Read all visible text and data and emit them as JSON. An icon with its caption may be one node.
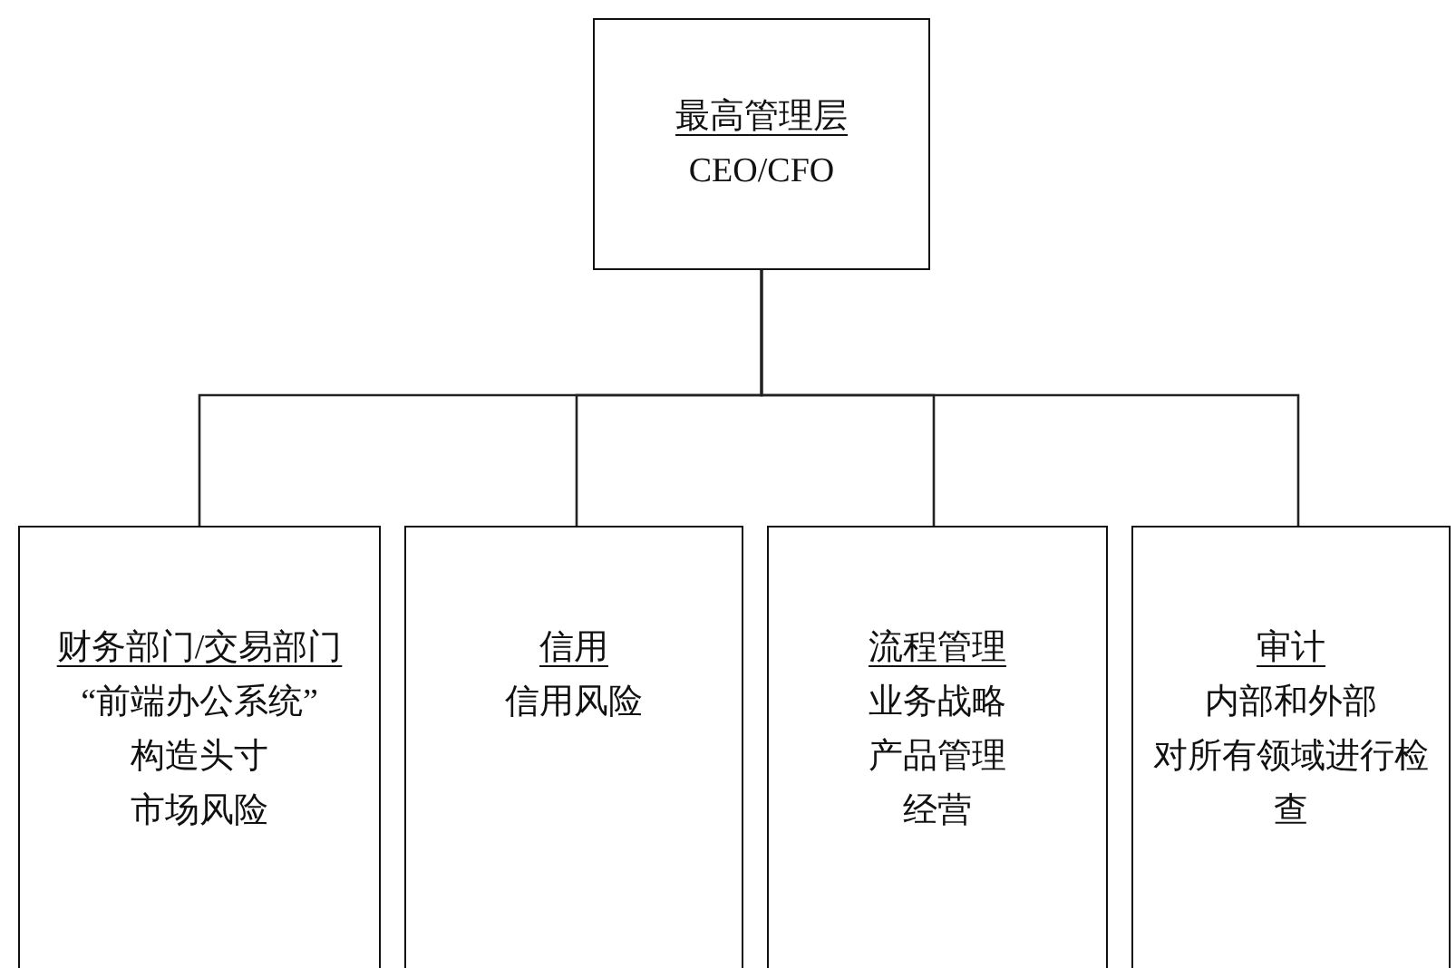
{
  "diagram": {
    "nodes": [
      {
        "text": [
          "最高管理层",
          "CEO/CFO"
        ]
      },
      {
        "text": [
          "财务部门/交易部门",
          "“前端办公系统”",
          "构造头寸",
          "市场风险"
        ]
      },
      {
        "text": [
          "信用",
          "信用风险"
        ]
      },
      {
        "text": [
          "流程管理",
          "业务战略",
          "产品管理",
          "经营"
        ]
      },
      {
        "text": [
          "审计",
          "内部和外部",
          "对所有领域进行检查"
        ]
      }
    ],
    "edges": [
      {
        "from": 0,
        "to": 1,
        "arrow": "none"
      },
      {
        "from": 0,
        "to": 2,
        "arrow": "none"
      },
      {
        "from": 0,
        "to": 3,
        "arrow": "none"
      },
      {
        "from": 0,
        "to": 4,
        "arrow": "none"
      }
    ]
  }
}
